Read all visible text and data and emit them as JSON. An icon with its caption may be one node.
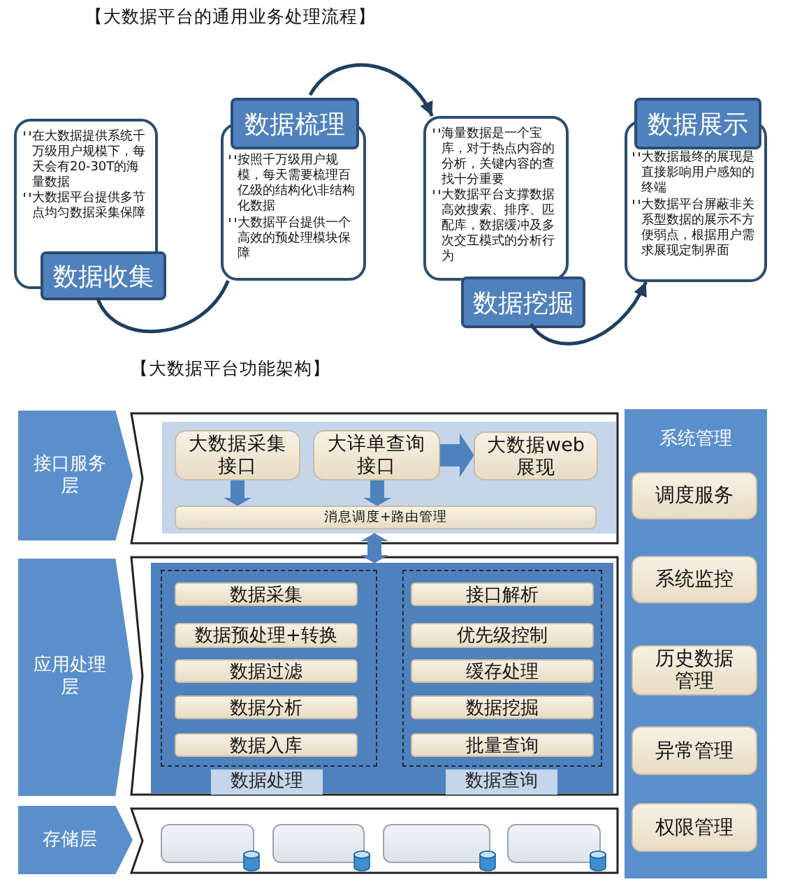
{
  "diagram": {
    "nodes": [
      {
        "text": [
          "在大数据提供系统千万级用户规模下，每天会有20-30T的海量数据",
          "大数据平台提供多节点均匀数据采集保障",
          "数据收集"
        ]
      },
      {
        "text": [
          "数据梳理",
          "按照千万级用户规模，每天需要梳理百亿级的结构化\\非结构化数据",
          "大数据平台提供一个高效的预处理模块保障"
        ]
      },
      {
        "text": [
          "海量数据是一个宝库，对于热点内容的分析，关键内容的查找十分重要",
          "大数据平台支撑数据高效搜索、排序、匹配库，数据缓冲及多次交互模式的分析行为",
          "数据挖掘"
        ]
      },
      {
        "text": [
          "数据展示",
          "大数据最终的展现是直接影响用户感知的终端",
          "大数据平台屏蔽非关系型数据的展示不方便弱点，根据用户需求展现定制界面"
        ]
      },
      {
        "text": [
          "接口服务层"
        ]
      },
      {
        "text": [],
        "shape": "box"
      },
      {
        "text": [],
        "shape": "box",
        "in": 5
      },
      {
        "text": [
          "大数据采集接口"
        ],
        "in": 6
      },
      {
        "text": [
          "大详单查询接口"
        ],
        "in": 6
      },
      {
        "text": [
          "大数据web展现"
        ],
        "in": 6
      },
      {
        "text": [
          "消息调度+路由管理"
        ],
        "in": 6
      },
      {
        "text": [
          "应用处理层"
        ]
      },
      {
        "text": [],
        "shape": "box"
      },
      {
        "text": [],
        "shape": "box",
        "in": 12
      },
      {
        "text": [
          "数据处理"
        ],
        "in": 13
      },
      {
        "text": [
          "数据采集"
        ],
        "in": 14
      },
      {
        "text": [
          "数据预处理+转换"
        ],
        "in": 14
      },
      {
        "text": [
          "数据过滤"
        ],
        "in": 14
      },
      {
        "text": [
          "数据分析"
        ],
        "in": 14
      },
      {
        "text": [
          "数据入库"
        ],
        "in": 14
      },
      {
        "text": [
          "数据查询"
        ],
        "in": 13
      },
      {
        "text": [
          "接口解析"
        ],
        "in": 20
      },
      {
        "text": [
          "优先级控制"
        ],
        "in": 20
      },
      {
        "text": [
          "缓存处理"
        ],
        "in": 20
      },
      {
        "text": [
          "数据挖掘"
        ],
        "in": 20
      },
      {
        "text": [
          "批量查询"
        ],
        "in": 20
      },
      {
        "text": [
          "存储层"
        ]
      },
      {
        "text": [],
        "shape": "box"
      },
      {
        "text": [],
        "shape": "box",
        "in": 27
      },
      {
        "text": [],
        "shape": "box",
        "in": 27
      },
      {
        "text": [],
        "shape": "box",
        "in": 27
      },
      {
        "text": [],
        "shape": "box",
        "in": 27
      },
      {
        "text": [
          "系统管理"
        ]
      },
      {
        "text": [
          "调度服务"
        ],
        "in": 32
      },
      {
        "text": [
          "系统监控"
        ],
        "in": 32
      },
      {
        "text": [
          "历史数据管理"
        ],
        "in": 32
      },
      {
        "text": [
          "异常管理"
        ],
        "in": 32
      },
      {
        "text": [
          "权限管理"
        ],
        "in": 32
      }
    ],
    "edges": [
      {
        "from": 0,
        "to": 1,
        "arrow": "none",
        "color": "#1f3f5f"
      },
      {
        "from": 1,
        "to": 2,
        "arrow": "to",
        "color": "#1f3f5f"
      },
      {
        "from": 2,
        "to": 3,
        "arrow": "to",
        "color": "#1f3f5f"
      },
      {
        "from": 7,
        "to": 10,
        "arrow": "to"
      },
      {
        "from": 8,
        "to": 10,
        "arrow": "to"
      },
      {
        "from": 8,
        "to": 9,
        "arrow": "to"
      },
      {
        "from": 6,
        "to": 13,
        "arrow": "both"
      }
    ],
    "labels": [
      "【大数据平台的通用业务处理流程】",
      "【大数据平台功能架构】"
    ]
  }
}
